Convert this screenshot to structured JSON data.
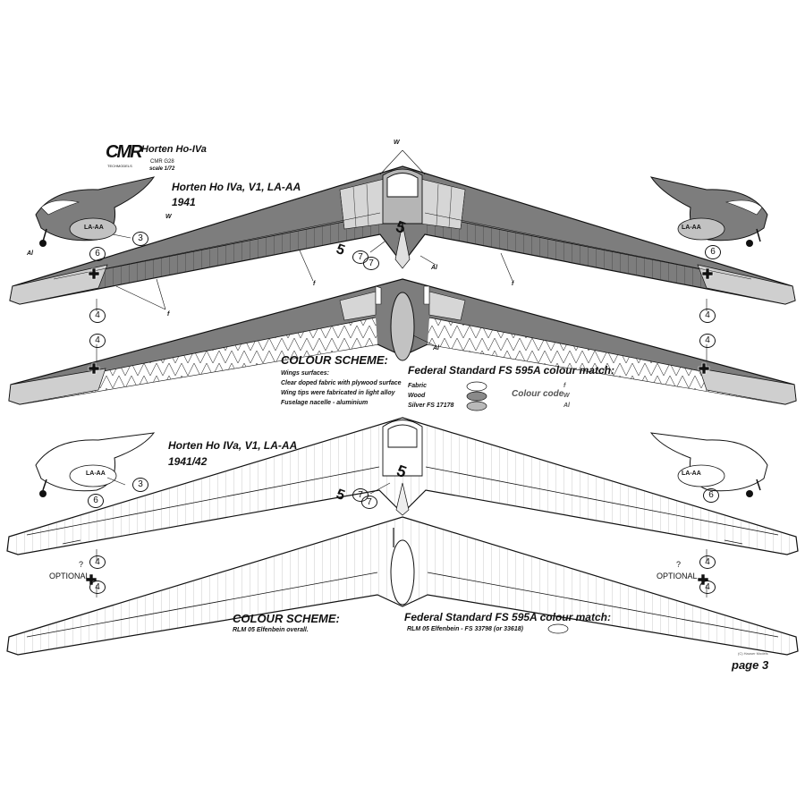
{
  "header": {
    "logo_text": "CMR",
    "logo_sub": "TECHMODELS",
    "kit_title": "Horten Ho-IVa",
    "kit_code": "CMR G28",
    "kit_scale": "scale 1/72"
  },
  "scheme1": {
    "title": "Horten Ho IVa, V1, LA-AA",
    "year": "1941",
    "colour_scheme_title": "COLOUR SCHEME:",
    "colour_lines": [
      "Wings surfaces:",
      "Clear doped fabric with plywood surface",
      "Wing tips were fabricated in light alloy",
      "Fuselage nacelle - aluminium"
    ],
    "fs_title": "Federal Standard FS 595A colour match:",
    "fs_rows": [
      "Fabric",
      "Wood",
      "Silver FS 17178"
    ],
    "colour_code_label": "Colour code",
    "colour_codes": [
      "f",
      "W",
      "Al"
    ],
    "swatch_colors": [
      "#ffffff",
      "#8a8a8a",
      "#b9b9b9"
    ]
  },
  "scheme2": {
    "title": "Horten Ho IVa, V1, LA-AA",
    "year": "1941/42",
    "colour_scheme_title": "COLOUR SCHEME:",
    "colour_line": "RLM 05 Elfenbein overall.",
    "fs_title": "Federal Standard FS 595A colour match:",
    "fs_row": "RLM 05 Elfenbein -  FS 33798 (or 33618)",
    "swatch_color": "#ffffff"
  },
  "callouts": {
    "w": "W",
    "f": "f",
    "al": "Al",
    "n3": "3",
    "n4": "4",
    "n6": "6",
    "n7": "7",
    "registration": "LA-AA",
    "numeral": "5",
    "question": "?",
    "optional": "OPTIONAL"
  },
  "footer": {
    "copyright": "(C) Hauser Models",
    "page_label": "page 3"
  },
  "colors": {
    "fabric_dark": "#7d7d7d",
    "wood": "#8f8f8f",
    "silver": "#c2c2c2",
    "line": "#111111"
  }
}
